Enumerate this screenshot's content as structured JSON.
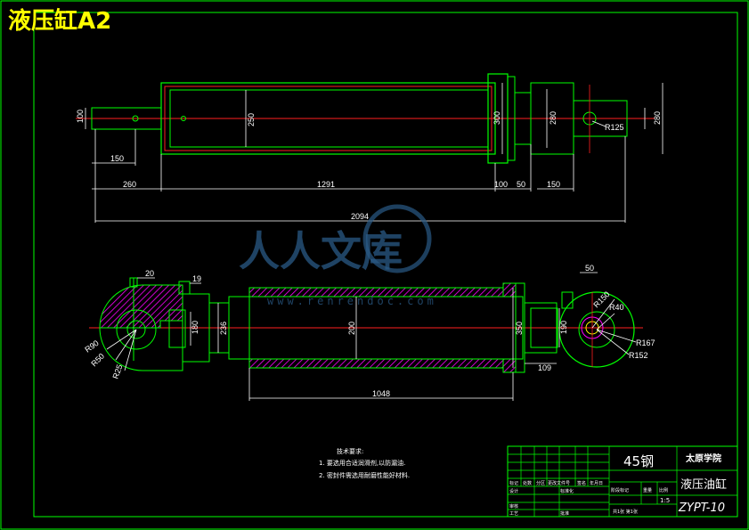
{
  "sheet_title": "液压缸A2",
  "colors": {
    "background": "#000000",
    "outline": "#00ff00",
    "center_line": "#ff2020",
    "dimension": "#ffffff",
    "hatch": "#ff00ff",
    "tolerance": "#00ffff",
    "title_text": "#ffff00",
    "watermark": "#2a5a86"
  },
  "top_view": {
    "dimensions": {
      "rod_dia": "100",
      "bore_inner": "250",
      "tube_outer": "300",
      "end_flange": "280",
      "eye_dia": "280",
      "eye_radius": "R125",
      "rod_end_len": "150",
      "rod_len": "260",
      "tube_len": "1291",
      "cap_len": "100",
      "neck_len": "50",
      "eye_len": "150",
      "overall_len": "2094"
    }
  },
  "section_view": {
    "dimensions": {
      "top_a": "20",
      "top_b": "19",
      "rod_hole": "180",
      "piston_dia": "236",
      "bore": "200",
      "tube_dia": "350",
      "end_dia": "190",
      "end_len": "109",
      "stroke": "1048",
      "r_outer": "R90",
      "r_mid": "R50",
      "r_inner": "R25",
      "eye_top": "50",
      "eye_r_small": "R40",
      "eye_r_med": "R150",
      "eye_r_large": "R167",
      "eye_r_152": "R152"
    }
  },
  "notes": {
    "heading": "技术要求:",
    "line1": "1. 要选用合适润滑剂,以防漏油.",
    "line2": "2. 密封件需选用耐磨性能好材料."
  },
  "title_block": {
    "material": "45钢",
    "school": "太原学院",
    "part_name": "液压油缸",
    "drawing_no": "ZYPT-10",
    "scale": "1:5",
    "sheet_info": "共1张 第1张",
    "row_headers": [
      "标记",
      "处数",
      "分区",
      "更改文件号",
      "签名",
      "年月日"
    ],
    "stage_headers": [
      "阶段标记",
      "重量",
      "比例"
    ],
    "role_design": "设计",
    "role_check": "审核",
    "role_process": "工艺",
    "role_approve": "批准",
    "role_std": "标准化"
  },
  "watermark": {
    "text": "人人文库",
    "sub": "www.renrendoc.com"
  }
}
